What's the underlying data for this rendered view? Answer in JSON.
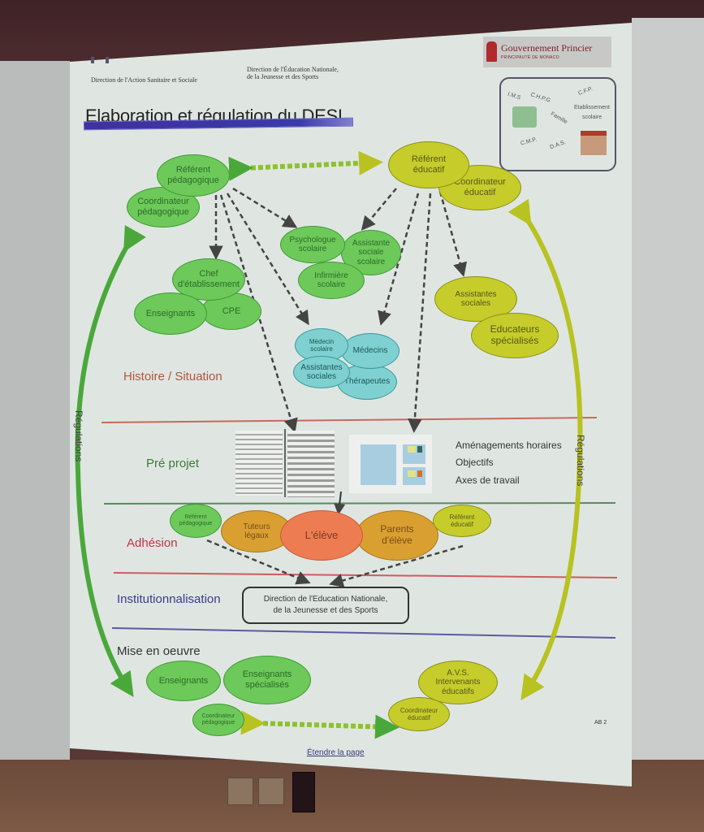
{
  "header": {
    "left_org": "Direction de l'Action Sanitaire et Sociale",
    "middle_org_line1": "Direction de l'Éducation Nationale,",
    "middle_org_line2": "de la Jeunesse et des Sports",
    "gov_name": "Gouvernement Princier",
    "gov_sub": "PRINCIPAUTÉ DE MONACO",
    "title": "Elaboration et régulation du DESI"
  },
  "legend": {
    "items": [
      "I.M.S",
      "C.H.P.G",
      "C.F.P.",
      "Etablissement",
      "scolaire",
      "Famille",
      "C.M.P.",
      "D.A.S."
    ]
  },
  "colors": {
    "green": "#6dc95a",
    "yellow": "#c6cc2a",
    "cyan": "#7fd0d0",
    "orange": "#d9a031",
    "red_orange": "#ee7c52",
    "stage_histoire": "#b0553e",
    "stage_preprojet": "#3c7a35",
    "stage_adhesion": "#c0344a",
    "stage_institution": "#3a3a8a",
    "stage_mise": "#333333"
  },
  "nodes": {
    "referent_pedagogique": [
      "Référent",
      "pédagogique"
    ],
    "coordinateur_pedagogique": [
      "Coordinateur",
      "pédagogique"
    ],
    "referent_educatif": [
      "Référent",
      "éducatif"
    ],
    "coordinateur_educatif": [
      "Coordinateur",
      "éducatif"
    ],
    "psychologue_scolaire": [
      "Psychologue",
      "scolaire"
    ],
    "assistante_sociale_scolaire": [
      "Assistante",
      "sociale",
      "scolaire"
    ],
    "infirmiere_scolaire": [
      "Infirmière",
      "scolaire"
    ],
    "chef_etablissement": [
      "Chef",
      "d'établissement"
    ],
    "enseignants": "Enseignants",
    "cpe": "CPE",
    "medecin_scolaire": [
      "Médecin",
      "scolaire"
    ],
    "medecins": "Médecins",
    "assistantes_sociales_med": [
      "Assistantes",
      "sociales"
    ],
    "therapeutes": "Thérapeutes",
    "assistantes_sociales": [
      "Assistantes",
      "sociales"
    ],
    "educateurs_specialises": [
      "Educateurs",
      "spécialisés"
    ]
  },
  "stages": {
    "histoire": "Histoire / Situation",
    "preprojet": "Pré projet",
    "adhesion": "Adhésion",
    "institution": "Institutionnalisation",
    "mise": "Mise en oeuvre"
  },
  "preprojet_items": [
    "Aménagements horaires",
    "Objectifs",
    "Axes de travail"
  ],
  "adhesion_nodes": {
    "referent_pedagogique": [
      "Référent",
      "pédagogique"
    ],
    "tuteurs": [
      "Tuteurs",
      "légaux"
    ],
    "eleve": "L'élève",
    "parents": [
      "Parents",
      "d'élève"
    ],
    "referent_educatif": [
      "Référent",
      "éducatif"
    ]
  },
  "institution_box": [
    "Direction de l'Education Nationale,",
    "de la Jeunesse et des Sports"
  ],
  "mise_nodes": {
    "enseignants": "Enseignants",
    "enseignants_specialises": [
      "Enseignants",
      "spécialisés"
    ],
    "coordinateur_pedagogique": [
      "Coordinateur",
      "pédagogique"
    ],
    "avs": [
      "A.V.S.",
      "Intervenants",
      "éducatifs"
    ],
    "coordinateur_educatif": [
      "Coordinateur",
      "éducatif"
    ]
  },
  "side_labels": {
    "left": "Régulations",
    "right": "Régulations"
  },
  "footer": {
    "page_code": "AB 2",
    "link": "Étendre la page"
  }
}
